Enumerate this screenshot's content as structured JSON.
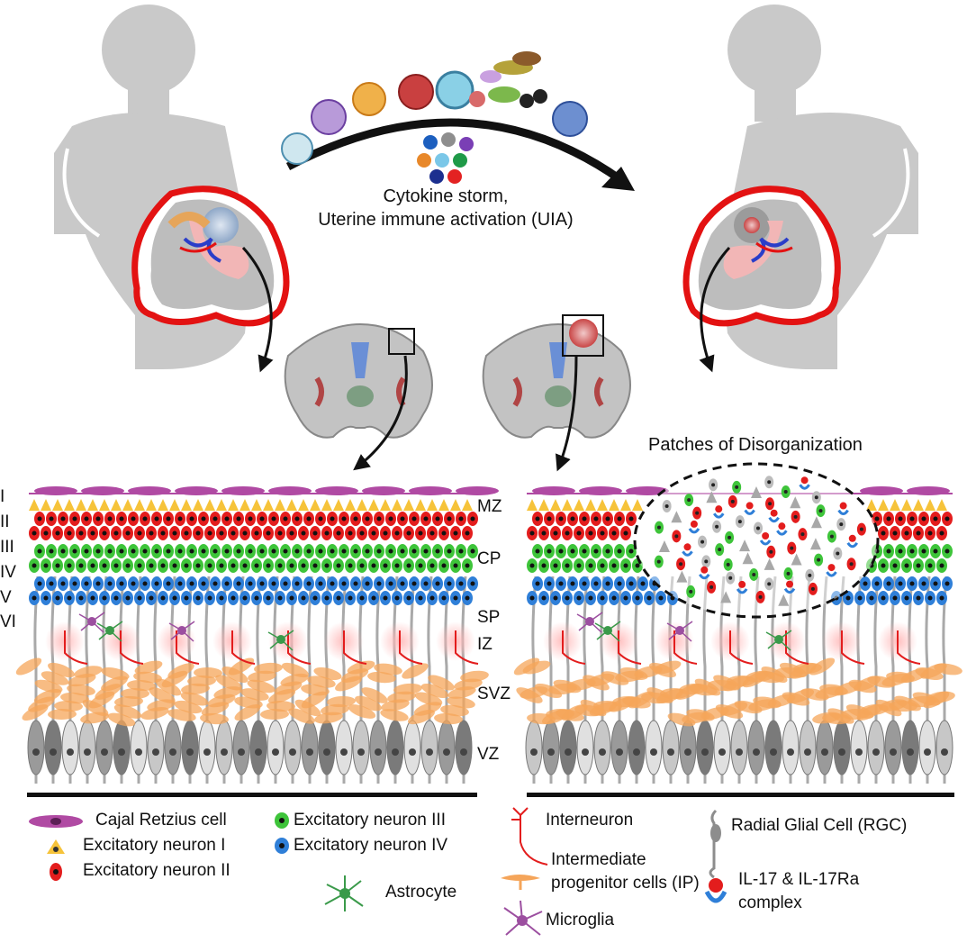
{
  "caption": {
    "line1": "Cytokine storm,",
    "line2": "Uterine immune activation (UIA)"
  },
  "right_title": "Patches of Disorganization",
  "layer_labels": [
    "I",
    "II",
    "III",
    "IV",
    "V",
    "VI"
  ],
  "zone_labels": [
    "MZ",
    "CP",
    "SP",
    "IZ",
    "SVZ",
    "VZ"
  ],
  "legend": {
    "cajal": "Cajal Retzius cell",
    "exc1": "Excitatory neuron I",
    "exc2": "Excitatory neuron II",
    "exc3": "Excitatory neuron III",
    "exc4": "Excitatory neuron IV",
    "astro": "Astrocyte",
    "inter": "Interneuron",
    "ip1": "Intermediate",
    "ip2": "progenitor cells (IP)",
    "micro": "Microglia",
    "rgc": "Radial Glial Cell (RGC)",
    "il1": "IL-17 & IL-17Ra",
    "il2": "complex"
  },
  "colors": {
    "cajal": "#b04aa3",
    "exc1": "#f6c33a",
    "exc2": "#e31d1d",
    "exc3": "#3ec43a",
    "exc4": "#2f7fd8",
    "astro": "#3a9a4a",
    "inter": "#e31d1d",
    "ip": "#f5a55a",
    "micro": "#9c4fa0",
    "rgc": "#8d8d8d",
    "uterus": "#e31212",
    "body": "#c9c9c9"
  }
}
